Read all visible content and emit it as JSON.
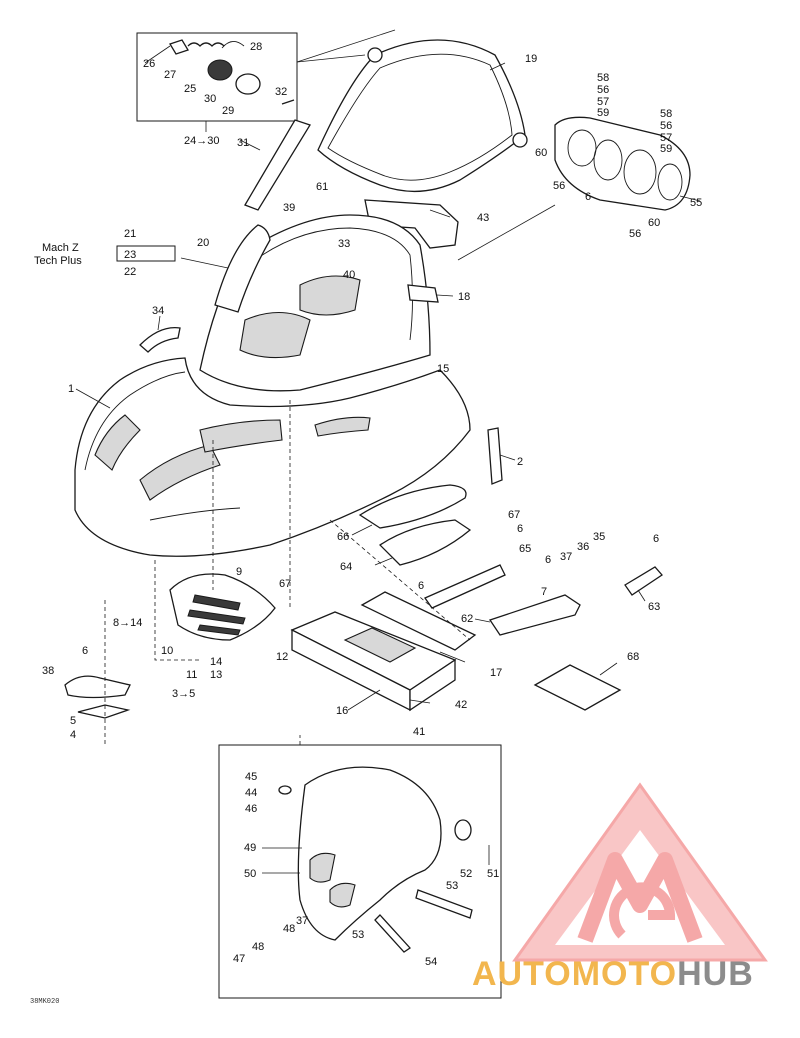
{
  "diagram": {
    "callouts": {
      "c1": "1",
      "c2": "2",
      "c3_5": "3→5",
      "c4": "4",
      "c5": "5",
      "c6a": "6",
      "c6b": "6",
      "c6c": "6",
      "c6d": "6",
      "c6e": "6",
      "c6f": "6",
      "c7": "7",
      "c8_14": "8→14",
      "c9": "9",
      "c10": "10",
      "c11": "11",
      "c12": "12",
      "c13": "13",
      "c14": "14",
      "c15": "15",
      "c16": "16",
      "c17": "17",
      "c18": "18",
      "c19": "19",
      "c20": "20",
      "c21": "21",
      "c22": "22",
      "c23": "23",
      "c24_30": "24→30",
      "c25": "25",
      "c26": "26",
      "c27": "27",
      "c28": "28",
      "c29": "29",
      "c30": "30",
      "c31": "31",
      "c32": "32",
      "c33": "33",
      "c34": "34",
      "c35": "35",
      "c36": "36",
      "c37a": "37",
      "c37b": "37",
      "c38": "38",
      "c39": "39",
      "c40": "40",
      "c41": "41",
      "c42": "42",
      "c43": "43",
      "c44": "44",
      "c45": "45",
      "c46": "46",
      "c47": "47",
      "c48a": "48",
      "c48b": "48",
      "c49": "49",
      "c50": "50",
      "c51": "51",
      "c52": "52",
      "c53a": "53",
      "c53b": "53",
      "c54": "54",
      "c55": "55",
      "c56a": "56",
      "c56b": "56",
      "c56c": "56",
      "c56d": "56",
      "c57a": "57",
      "c57b": "57",
      "c58a": "58",
      "c58b": "58",
      "c59a": "59",
      "c59b": "59",
      "c60a": "60",
      "c60b": "60",
      "c61": "61",
      "c62": "62",
      "c63": "63",
      "c64": "64",
      "c65": "65",
      "c66": "66",
      "c67a": "67",
      "c67b": "67",
      "c68": "68"
    },
    "variant_label_line1": "Mach Z",
    "variant_label_line2": "Tech Plus",
    "drawing_code": "38MK020"
  },
  "watermark": {
    "text_auto": "AUTO",
    "text_moto": "MOTO",
    "text_hub": "HUB",
    "logo_color": "#f28c8c",
    "text_color_orange": "#f2b64e",
    "text_color_grey": "#8c8c8c"
  }
}
